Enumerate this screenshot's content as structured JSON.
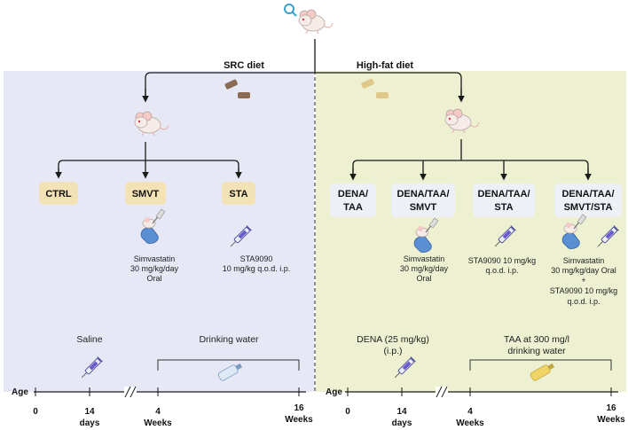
{
  "diets": {
    "left": "SRC diet",
    "right": "High-fat diet"
  },
  "left_groups": [
    "CTRL",
    "SMVT",
    "STA"
  ],
  "right_groups": [
    [
      "DENA/",
      "TAA"
    ],
    [
      "DENA/TAA/",
      "SMVT"
    ],
    [
      "DENA/TAA/",
      "STA"
    ],
    [
      "DENA/TAA/",
      "SMVT/STA"
    ]
  ],
  "left_treatments": {
    "smvt": [
      "Simvastatin",
      "30 mg/kg/day",
      "Oral"
    ],
    "sta": [
      "STA9090",
      "10 mg/kg q.o.d. i.p."
    ]
  },
  "right_treatments": {
    "smvt": [
      "Simvastatin",
      "30 mg/kg/day",
      "Oral"
    ],
    "sta": [
      "STA9090 10 mg/kg",
      "q.o.d. i.p."
    ],
    "combo": [
      "Simvastatin",
      "30 mg/kg/day Oral",
      "+",
      "STA9090 10 mg/kg",
      "q.o.d. i.p."
    ]
  },
  "left_induction": {
    "injection": "Saline",
    "water": "Drinking water"
  },
  "right_induction": {
    "injection": [
      "DENA (25 mg/kg)",
      "(i.p.)"
    ],
    "water": [
      "TAA at 300 mg/l",
      "drinking water"
    ]
  },
  "timeline": {
    "age_label": "Age",
    "ticks": [
      {
        "value": "0",
        "unit": ""
      },
      {
        "value": "14",
        "unit": "days"
      },
      {
        "value": "4",
        "unit": "Weeks"
      },
      {
        "value": "16",
        "unit": "Weeks"
      }
    ],
    "break_symbol": "//"
  },
  "colors": {
    "left_panel": "#e7e8f6",
    "right_panel": "#eef0d2",
    "left_box": "#f3e2b6",
    "right_box": "#eef0f7",
    "arrow": "#1a1a1a"
  },
  "icons": [
    "female-symbol-icon",
    "mouse-icon",
    "food-pellet-icon",
    "syringe-icon",
    "oral-gavage-icon",
    "water-bottle-icon"
  ]
}
